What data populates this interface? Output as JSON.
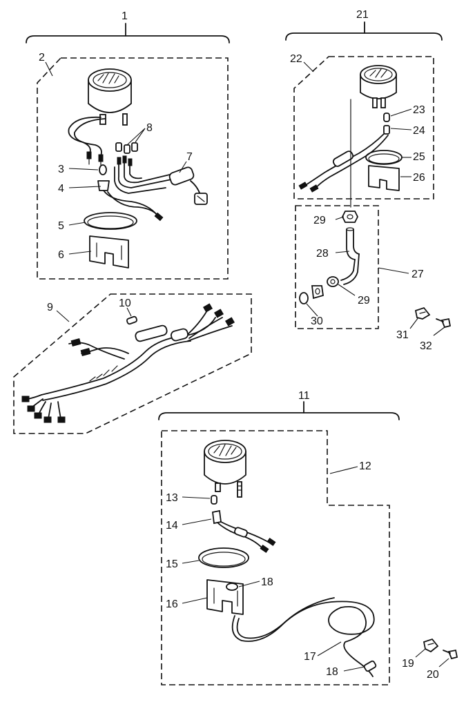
{
  "labels": [
    "1",
    "2",
    "3",
    "4",
    "5",
    "6",
    "7",
    "8",
    "9",
    "10",
    "11",
    "12",
    "13",
    "14",
    "15",
    "16",
    "17",
    "18",
    "18",
    "19",
    "20",
    "21",
    "22",
    "23",
    "24",
    "25",
    "26",
    "27",
    "28",
    "29",
    "29",
    "30",
    "31",
    "32"
  ]
}
